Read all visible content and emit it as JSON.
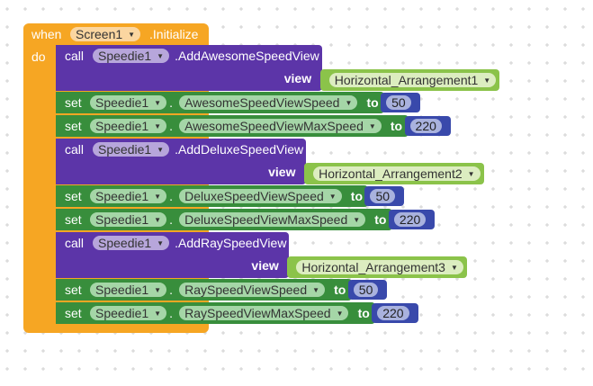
{
  "event": {
    "when_label": "when",
    "component": "Screen1",
    "event_name": ".Initialize",
    "do_label": "do"
  },
  "blocks": [
    {
      "type": "call",
      "keyword": "call",
      "component": "Speedie1",
      "method": ".AddAwesomeSpeedView",
      "arg_label": "view",
      "arg_value": "Horizontal_Arrangement1"
    },
    {
      "type": "set",
      "keyword": "set",
      "component": "Speedie1",
      "dot": ".",
      "property": "AwesomeSpeedViewSpeed",
      "to_label": "to",
      "value": "50"
    },
    {
      "type": "set",
      "keyword": "set",
      "component": "Speedie1",
      "dot": ".",
      "property": "AwesomeSpeedViewMaxSpeed",
      "to_label": "to",
      "value": "220"
    },
    {
      "type": "call",
      "keyword": "call",
      "component": "Speedie1",
      "method": ".AddDeluxeSpeedView",
      "arg_label": "view",
      "arg_value": "Horizontal_Arrangement2"
    },
    {
      "type": "set",
      "keyword": "set",
      "component": "Speedie1",
      "dot": ".",
      "property": "DeluxeSpeedViewSpeed",
      "to_label": "to",
      "value": "50"
    },
    {
      "type": "set",
      "keyword": "set",
      "component": "Speedie1",
      "dot": ".",
      "property": "DeluxeSpeedViewMaxSpeed",
      "to_label": "to",
      "value": "220"
    },
    {
      "type": "call",
      "keyword": "call",
      "component": "Speedie1",
      "method": ".AddRaySpeedView",
      "arg_label": "view",
      "arg_value": "Horizontal_Arrangement3"
    },
    {
      "type": "set",
      "keyword": "set",
      "component": "Speedie1",
      "dot": ".",
      "property": "RaySpeedViewSpeed",
      "to_label": "to",
      "value": "50"
    },
    {
      "type": "set",
      "keyword": "set",
      "component": "Speedie1",
      "dot": ".",
      "property": "RaySpeedViewMaxSpeed",
      "to_label": "to",
      "value": "220"
    }
  ],
  "colors": {
    "event": "#f6a623",
    "call": "#5c35a8",
    "set": "#388e3c",
    "component_value": "#8bc34a",
    "number": "#3949ab"
  }
}
